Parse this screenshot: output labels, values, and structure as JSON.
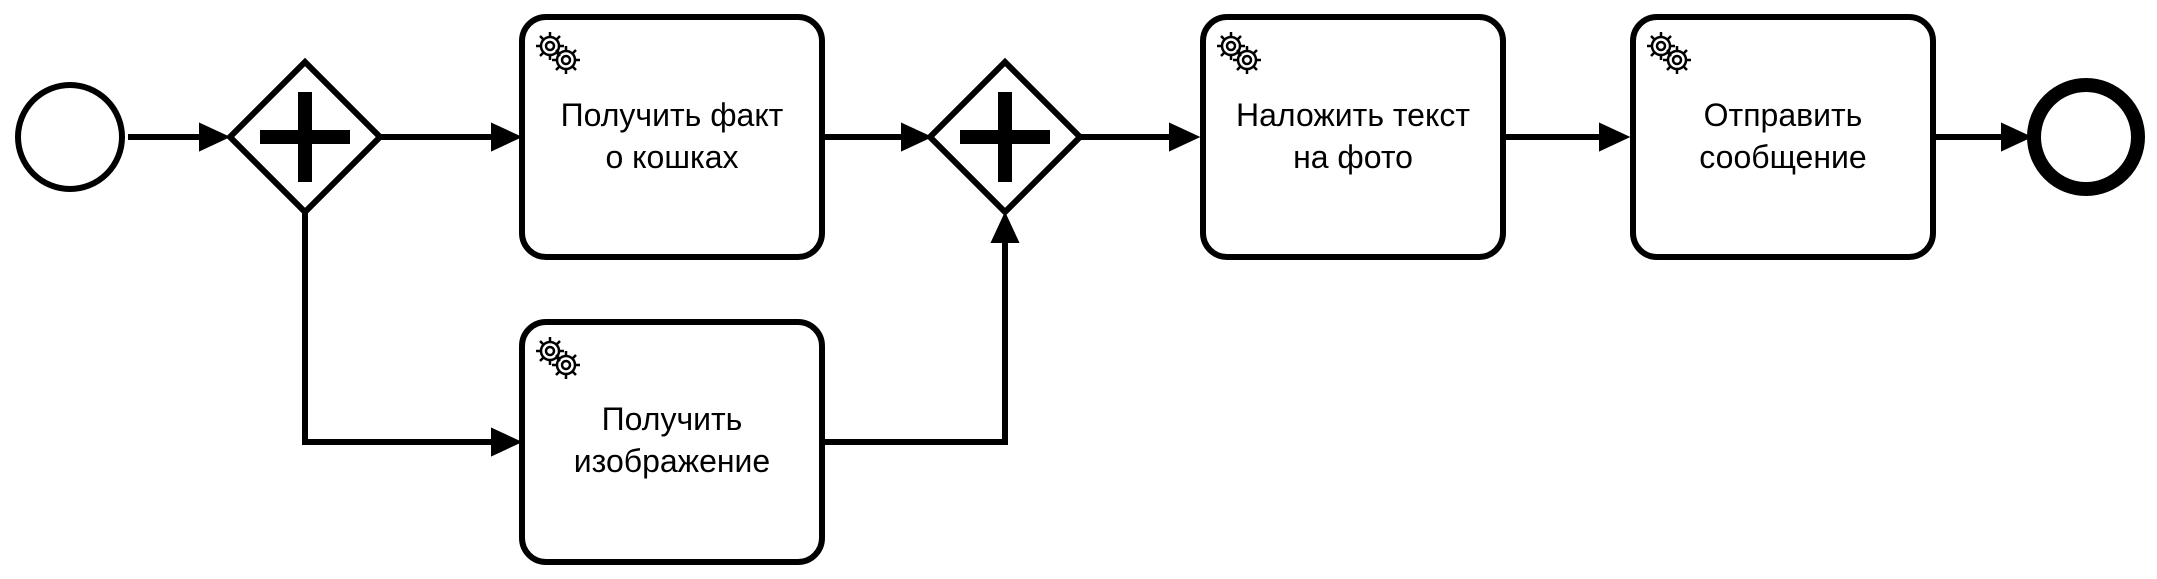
{
  "diagram": {
    "type": "bpmn-process",
    "start_event": {
      "kind": "start-event"
    },
    "end_event": {
      "kind": "end-event"
    },
    "gateways": [
      {
        "id": "gw1",
        "kind": "parallel-gateway",
        "marker": "+"
      },
      {
        "id": "gw2",
        "kind": "parallel-gateway",
        "marker": "+"
      }
    ],
    "tasks": [
      {
        "id": "t1",
        "kind": "service-task",
        "icon": "gear-icon",
        "lines": [
          "Получить факт",
          "о кошках"
        ]
      },
      {
        "id": "t2",
        "kind": "service-task",
        "icon": "gear-icon",
        "lines": [
          "Получить",
          "изображение"
        ]
      },
      {
        "id": "t3",
        "kind": "service-task",
        "icon": "gear-icon",
        "lines": [
          "Наложить текст",
          "на фото"
        ]
      },
      {
        "id": "t4",
        "kind": "service-task",
        "icon": "gear-icon",
        "lines": [
          "Отправить",
          "сообщение"
        ]
      }
    ],
    "flows": [
      [
        "start",
        "gw1"
      ],
      [
        "gw1",
        "t1"
      ],
      [
        "gw1",
        "t2"
      ],
      [
        "t1",
        "gw2"
      ],
      [
        "t2",
        "gw2"
      ],
      [
        "gw2",
        "t3"
      ],
      [
        "t3",
        "t4"
      ],
      [
        "t4",
        "end"
      ]
    ],
    "colors": {
      "stroke": "#000000",
      "fill": "#ffffff"
    }
  }
}
